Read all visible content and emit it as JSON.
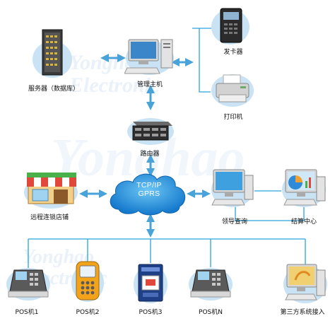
{
  "network": {
    "line1": "TCP/IP",
    "line2": "GPRS"
  },
  "nodes": {
    "server": "服务器（数据库）",
    "host": "管理主机",
    "card_issuer": "发卡器",
    "printer": "打印机",
    "router": "路由器",
    "chain_store": "远程连锁店铺",
    "query": "领导查询",
    "settlement": "结算中心",
    "pos1": "POS机1",
    "pos2": "POS机2",
    "pos3": "POS机3",
    "posn": "POS机N",
    "third_party": "第三方系统接入"
  },
  "watermark": {
    "line1": "Yonghao",
    "line2": "Electronic"
  },
  "colors": {
    "connector": "#2aa5dc",
    "arrow": "#4aa3d8",
    "cloud": "#1e88d8",
    "watermark": "#5a96d2"
  },
  "icons": {
    "server": "server-rack-icon",
    "host": "desktop-computer-icon",
    "card_issuer": "card-reader-icon",
    "printer": "printer-icon",
    "router": "router-icon",
    "chain_store": "storefront-icon",
    "query": "desktop-computer-icon",
    "settlement": "computer-chart-icon",
    "pos": "pos-terminal-icon",
    "third_party": "desktop-computer-icon"
  }
}
